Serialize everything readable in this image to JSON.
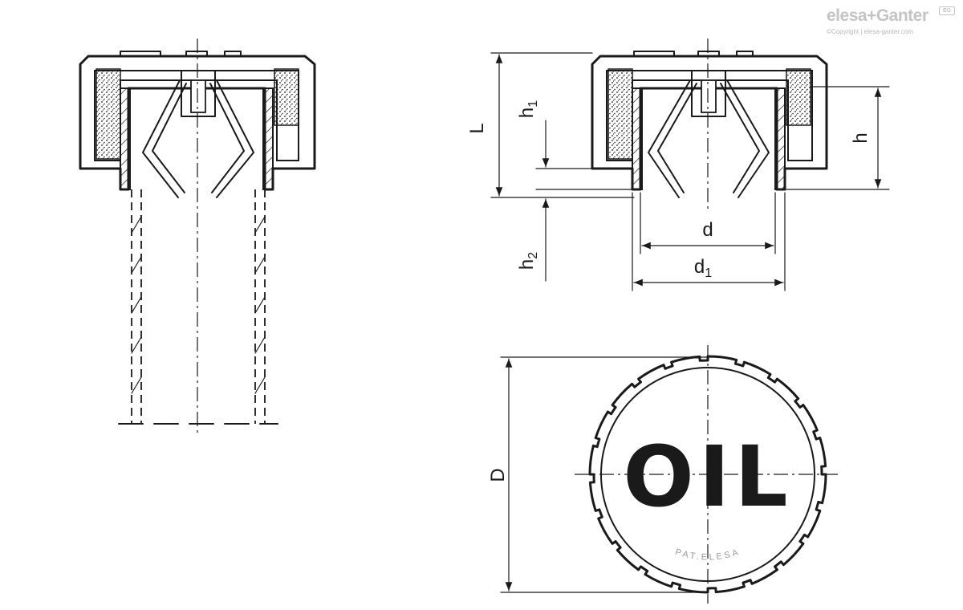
{
  "brand": {
    "name": "elesa+Ganter",
    "badge": "EG",
    "copyright": "©Copyright | elesa-ganter.com"
  },
  "dimensions": {
    "L": "L",
    "h1": "h",
    "h1_sub": "1",
    "h": "h",
    "h2": "h",
    "h2_sub": "2",
    "d": "d",
    "d1": "d",
    "d1_sub": "1",
    "D": "D"
  },
  "cap": {
    "text": "OIL",
    "patent": "PAT.ELESA"
  },
  "colors": {
    "line": "#1a1a1a",
    "logo": "#c4c4c4"
  }
}
